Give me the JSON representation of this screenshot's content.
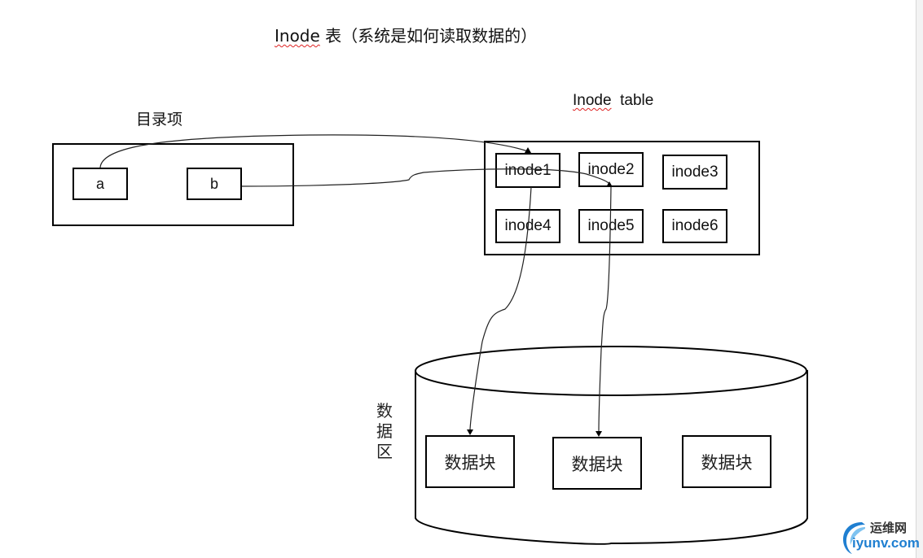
{
  "title": {
    "word": "Inode",
    "rest": " 表（系统是如何读取数据的）"
  },
  "directory": {
    "label": "目录项",
    "entries": [
      "a",
      "b"
    ]
  },
  "inode_table": {
    "label_word": "Inode",
    "label_rest": "  table",
    "inodes": [
      "inode1",
      "inode2",
      "inode3",
      "inode4",
      "inode5",
      "inode6"
    ]
  },
  "data_area": {
    "label_chars": [
      "数",
      "据",
      "区"
    ],
    "blocks": [
      "数据块",
      "数据块",
      "数据块"
    ]
  },
  "links": [
    {
      "from": "a",
      "to": "inode1"
    },
    {
      "from": "b",
      "to": "inode2"
    },
    {
      "from": "inode1",
      "to": "data-block-1"
    },
    {
      "from": "inode2",
      "to": "data-block-2"
    }
  ],
  "watermark": {
    "cn": "运维网",
    "en": "iyunv.com",
    "color": "#1f7fd1"
  }
}
